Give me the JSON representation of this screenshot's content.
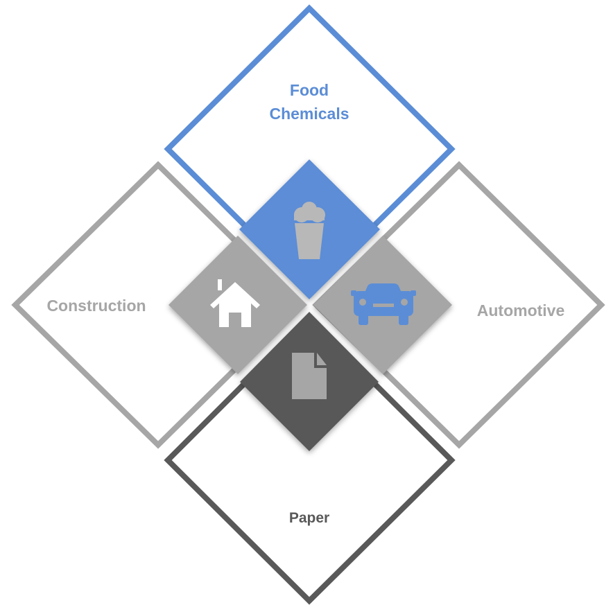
{
  "segments": [
    {
      "id": "food",
      "label_lines": [
        "Food",
        "Chemicals"
      ],
      "outline_color": "#5b8dd6",
      "tile_color": "#5b8dd6",
      "icon": "cupcake-icon",
      "icon_color": "#b8b8b8"
    },
    {
      "id": "construction",
      "label_lines": [
        "Construction"
      ],
      "outline_color": "#a6a6a6",
      "tile_color": "#a6a6a6",
      "icon": "house-icon",
      "icon_color": "#ffffff"
    },
    {
      "id": "automotive",
      "label_lines": [
        "Automotive"
      ],
      "outline_color": "#a6a6a6",
      "tile_color": "#a6a6a6",
      "icon": "car-icon",
      "icon_color": "#5b8dd6"
    },
    {
      "id": "paper",
      "label_lines": [
        "Paper"
      ],
      "outline_color": "#595959",
      "tile_color": "#595959",
      "icon": "document-icon",
      "icon_color": "#a6a6a6"
    }
  ]
}
